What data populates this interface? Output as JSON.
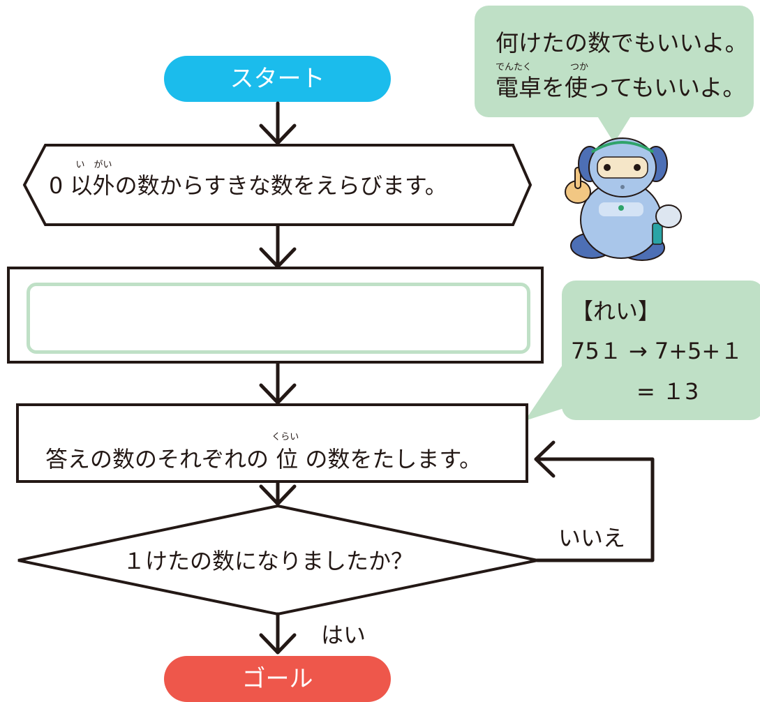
{
  "colors": {
    "start": "#1bbcec",
    "goal": "#ee574b",
    "bubble": "#bfe0c6",
    "line": "#231815",
    "input_border": "#bfe0c6"
  },
  "start_label": "スタート",
  "goal_label": "ゴール",
  "step_choose": {
    "zero": "0",
    "kanji1": "以",
    "kanji1_ruby": "い",
    "kanji2": "外",
    "kanji2_ruby": "がい",
    "rest": "の数からすきな数をえらびます。"
  },
  "step_process": {
    "input_value": ""
  },
  "step_sum": {
    "before": "答えの数のそれぞれの",
    "kanji": "位",
    "kanji_ruby": "くらい",
    "after": "の数をたします。"
  },
  "decision": {
    "question": "１けたの数になりましたか？",
    "yes_label": "はい",
    "no_label": "いいえ"
  },
  "robot_bubble": {
    "line1": "何けたの数でもいいよ。",
    "line2_kanji1": "電卓",
    "line2_kanji1_ruby": "でんたく",
    "line2_mid": "を",
    "line2_kanji2": "使",
    "line2_kanji2_ruby": "つか",
    "line2_end": "ってもいいよ。"
  },
  "example_bubble": {
    "heading": "【れい】",
    "line1": "75１ → 7+5+１",
    "line2": "= １3"
  },
  "robot": {
    "icon": "robot-mascot"
  }
}
